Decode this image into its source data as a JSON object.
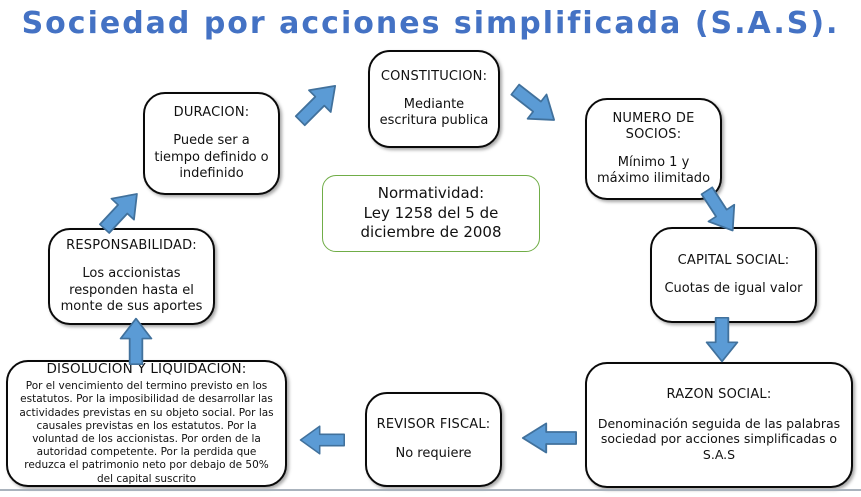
{
  "title": "Sociedad por acciones simplificada (S.A.S).",
  "colors": {
    "title_text": "#4472C4",
    "arrow_fill": "#5B9BD5",
    "arrow_stroke": "#41719C",
    "note_border": "#70AD47",
    "box_border": "#000000",
    "box_fill": "#FFFFFF"
  },
  "nodes": [
    {
      "id": "constitucion",
      "heading": "CONSTITUCION:",
      "body": "Mediante escritura publica"
    },
    {
      "id": "duracion",
      "heading": "DURACION:",
      "body": "Puede ser a tiempo definido o indefinido"
    },
    {
      "id": "numero-de-socios",
      "heading": "NUMERO DE SOCIOS:",
      "body": "Mínimo 1 y máximo ilimitado"
    },
    {
      "id": "capital-social",
      "heading": "CAPITAL SOCIAL:",
      "body": "Cuotas de igual valor"
    },
    {
      "id": "responsabilidad",
      "heading": "RESPONSABILIDAD:",
      "body": "Los accionistas responden hasta el monte de sus aportes"
    },
    {
      "id": "disolucion-y-liquidacion",
      "heading": "DISOLUCION Y LIQUIDACION:",
      "body": "Por el vencimiento del termino previsto en los estatutos. Por la imposibilidad de desarrollar las actividades previstas en su objeto social. Por las causales previstas en los estatutos. Por la voluntad de los accionistas. Por orden de la autoridad competente. Por la perdida que reduzca el patrimonio neto por debajo de 50% del capital suscrito"
    },
    {
      "id": "revisor-fiscal",
      "heading": "REVISOR FISCAL:",
      "body": "No requiere"
    },
    {
      "id": "razon-social",
      "heading": "RAZON SOCIAL:",
      "body": "Denominación seguida de las palabras sociedad por acciones simplificadas o S.A.S"
    }
  ],
  "note": {
    "heading": "Normatividad:",
    "body": "Ley 1258 del 5 de diciembre de 2008"
  },
  "arrows": [
    {
      "from": "duracion",
      "to": "constitucion",
      "direction": "up-right"
    },
    {
      "from": "constitucion",
      "to": "numero-de-socios",
      "direction": "down-right"
    },
    {
      "from": "numero-de-socios",
      "to": "capital-social",
      "direction": "down-right"
    },
    {
      "from": "capital-social",
      "to": "razon-social",
      "direction": "down"
    },
    {
      "from": "razon-social",
      "to": "revisor-fiscal",
      "direction": "left"
    },
    {
      "from": "revisor-fiscal",
      "to": "disolucion-y-liquidacion",
      "direction": "left"
    },
    {
      "from": "disolucion-y-liquidacion",
      "to": "responsabilidad",
      "direction": "up"
    },
    {
      "from": "responsabilidad",
      "to": "duracion",
      "direction": "up-right"
    }
  ]
}
